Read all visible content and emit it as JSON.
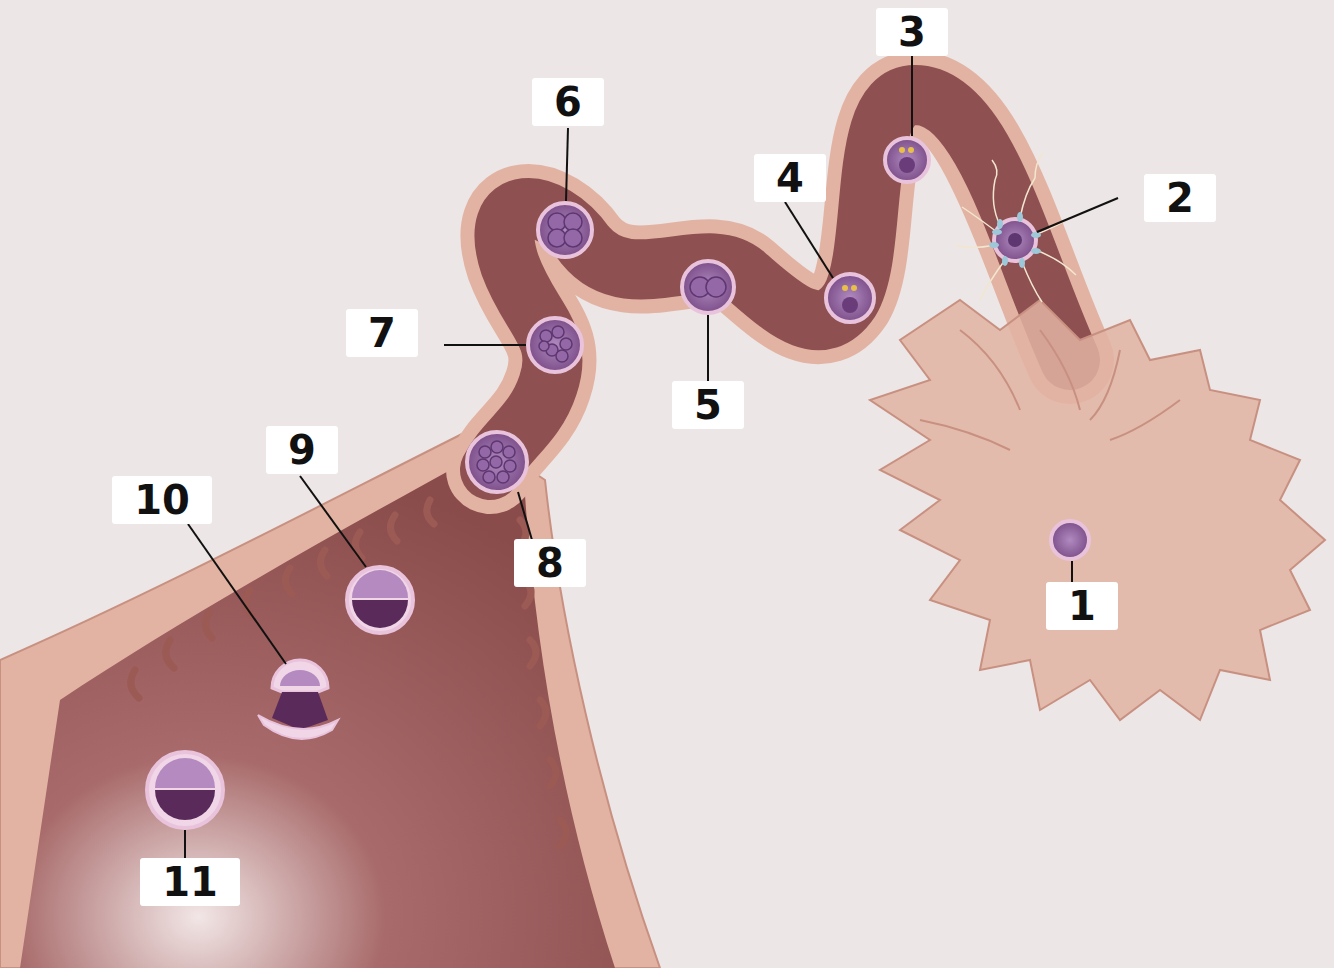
{
  "diagram": {
    "labels": [
      "3",
      "6",
      "2",
      "4",
      "7",
      "5",
      "8",
      "9",
      "10",
      "1",
      "11"
    ]
  }
}
